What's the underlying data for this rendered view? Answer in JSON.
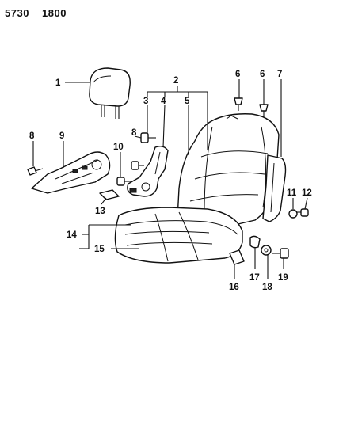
{
  "header": {
    "code_left": "5730",
    "code_right": "1800"
  },
  "callouts": {
    "c1": "1",
    "c2": "2",
    "c3": "3",
    "c4": "4",
    "c5": "5",
    "c6a": "6",
    "c6b": "6",
    "c7": "7",
    "c8a": "8",
    "c8b": "8",
    "c9": "9",
    "c10": "10",
    "c11": "11",
    "c12": "12",
    "c13": "13",
    "c14": "14",
    "c15": "15",
    "c16": "16",
    "c17": "17",
    "c18": "18",
    "c19": "19"
  }
}
